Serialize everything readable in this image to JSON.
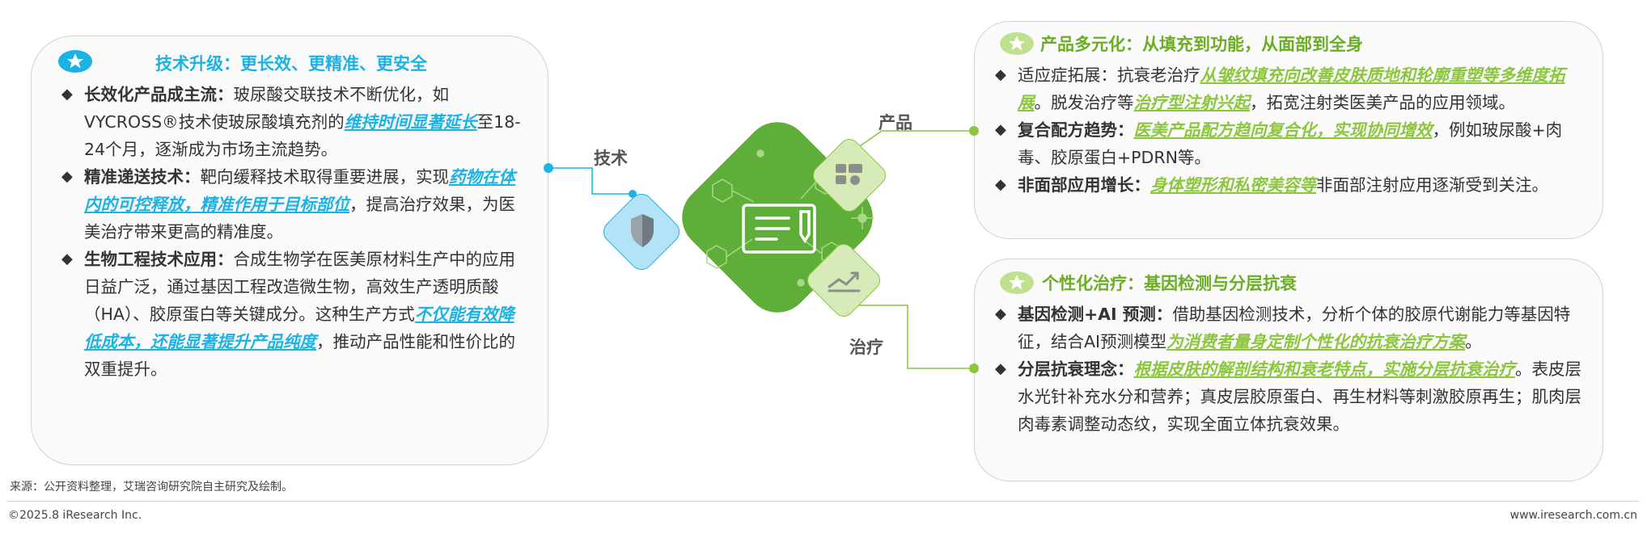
{
  "tech": {
    "title": "技术升级：更长效、更精准、更安全",
    "label": "技术",
    "items": [
      {
        "lead": "长效化产品成主流：",
        "parts": [
          "玻尿酸交联技术不断优化，如VYCROSS®技术使玻尿酸填充剂的",
          "维持时间显著延长",
          "至18-24个月，逐渐成为市场主流趋势。"
        ]
      },
      {
        "lead": "精准递送技术：",
        "parts": [
          "靶向缓释技术取得重要进展，实现",
          "药物在体内的可控释放，精准作用于目标部位",
          "，提高治疗效果，为医美治疗带来更高的精准度。"
        ]
      },
      {
        "lead": "生物工程技术应用：",
        "parts": [
          "合成生物学在医美原材料生产中的应用日益广泛，通过基因工程改造微生物，高效生产透明质酸（HA）、胶原蛋白等关键成分。这种生产方式",
          "不仅能有效降低成本，还能显著提升产品纯度",
          "，推动产品性能和性价比的双重提升。"
        ]
      }
    ]
  },
  "product": {
    "title": "产品多元化：从填充到功能，从面部到全身",
    "label": "产品",
    "items": [
      {
        "lead": "",
        "parts": [
          "适应症拓展：抗衰老治疗",
          "从皱纹填充向改善皮肤质地和轮廓重塑等多维度拓展",
          "。脱发治疗等",
          "治疗型注射兴起",
          "，拓宽注射类医美产品的应用领域。"
        ]
      },
      {
        "lead": "复合配方趋势：",
        "parts": [
          "",
          "医美产品配方趋向复合化，实现协同增效",
          "，例如玻尿酸+肉毒、胶原蛋白+PDRN等。"
        ]
      },
      {
        "lead": "非面部应用增长：",
        "parts": [
          "",
          "身体塑形和私密美容等",
          "非面部注射应用逐渐受到关注。"
        ]
      }
    ]
  },
  "personal": {
    "title": "个性化治疗：基因检测与分层抗衰",
    "label": "治疗",
    "items": [
      {
        "lead": "基因检测+AI 预测：",
        "parts": [
          "借助基因检测技术，分析个体的胶原代谢能力等基因特征，结合AI预测模型",
          "为消费者量身定制个性化的抗衰治疗方案",
          "。"
        ]
      },
      {
        "lead": "分层抗衰理念：",
        "parts": [
          "",
          "根据皮肤的解剖结构和衰老特点，实施分层抗衰治疗",
          "。表皮层水光针补充水分和营养；真皮层胶原蛋白、再生材料等刺激胶原再生；肌肉层肉毒素调整动态纹，实现全面立体抗衰效果。"
        ]
      }
    ]
  },
  "footer": {
    "source": "来源：公开资料整理，艾瑞咨询研究院自主研究及绘制。",
    "copyright": "©2025.8 iResearch Inc.",
    "website": "www.iresearch.com.cn"
  },
  "colors": {
    "blue": "#1cb2e4",
    "green": "#6cad26",
    "light_green": "#8cc63f",
    "center_green": "#5fae3a"
  },
  "icons": [
    "star-icon",
    "shield-icon",
    "product-grid-icon",
    "growth-chart-icon",
    "document-icon",
    "molecule-icon"
  ]
}
